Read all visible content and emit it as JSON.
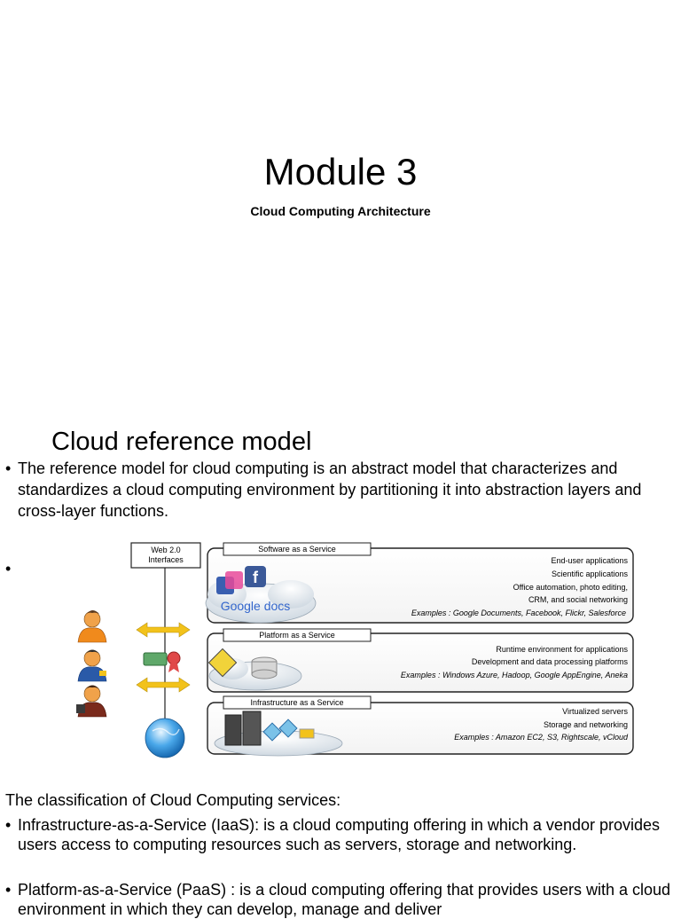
{
  "slide1": {
    "title": "Module 3",
    "subtitle": "Cloud Computing Architecture"
  },
  "slide2": {
    "heading": "Cloud reference model",
    "bullets": [
      "The reference model for cloud computing is an abstract model that characterizes and standardizes a cloud computing environment by partitioning it into abstraction layers and cross-layer functions.",
      ""
    ],
    "bullet_glyph": "•",
    "diagram": {
      "interfaces_label_line1": "Web 2.0",
      "interfaces_label_line2": "Interfaces",
      "saas": {
        "title": "Software as a Service",
        "lines": [
          "End-user applications",
          "Scientific applications",
          "Office automation, photo editing,",
          "CRM, and social networking"
        ],
        "examples": "Examples : Google Documents, Facebook, Flickr, Salesforce",
        "logo_text": "Google docs"
      },
      "paas": {
        "title": "Platform as a Service",
        "lines": [
          "Runtime environment for applications",
          "Development and data processing platforms"
        ],
        "examples": "Examples : Windows Azure, Hadoop, Google AppEngine, Aneka"
      },
      "iaas": {
        "title": "Infrastructure as a Service",
        "lines": [
          "Virtualized servers",
          "Storage and networking"
        ],
        "examples": "Examples : Amazon EC2, S3, Rightscale, vCloud"
      },
      "colors": {
        "arrow": "#f2c21b",
        "box_border": "#222222",
        "person_face": "#f0a24a",
        "shirt_orange": "#f08a1c",
        "shirt_blue": "#2a5aa8",
        "suit_dark": "#7a2a1c",
        "globe": "#2b8fd8"
      }
    }
  },
  "slide3": {
    "heading": "The classification of Cloud Computing services:",
    "bullets": [
      "Infrastructure-as-a-Service (IaaS):  is a cloud computing offering in which a vendor provides users access to computing resources such as servers, storage and networking.",
      "Platform-as-a-Service (PaaS) :  is a cloud computing offering that provides users with a cloud environment in which they can develop, manage and deliver"
    ]
  }
}
